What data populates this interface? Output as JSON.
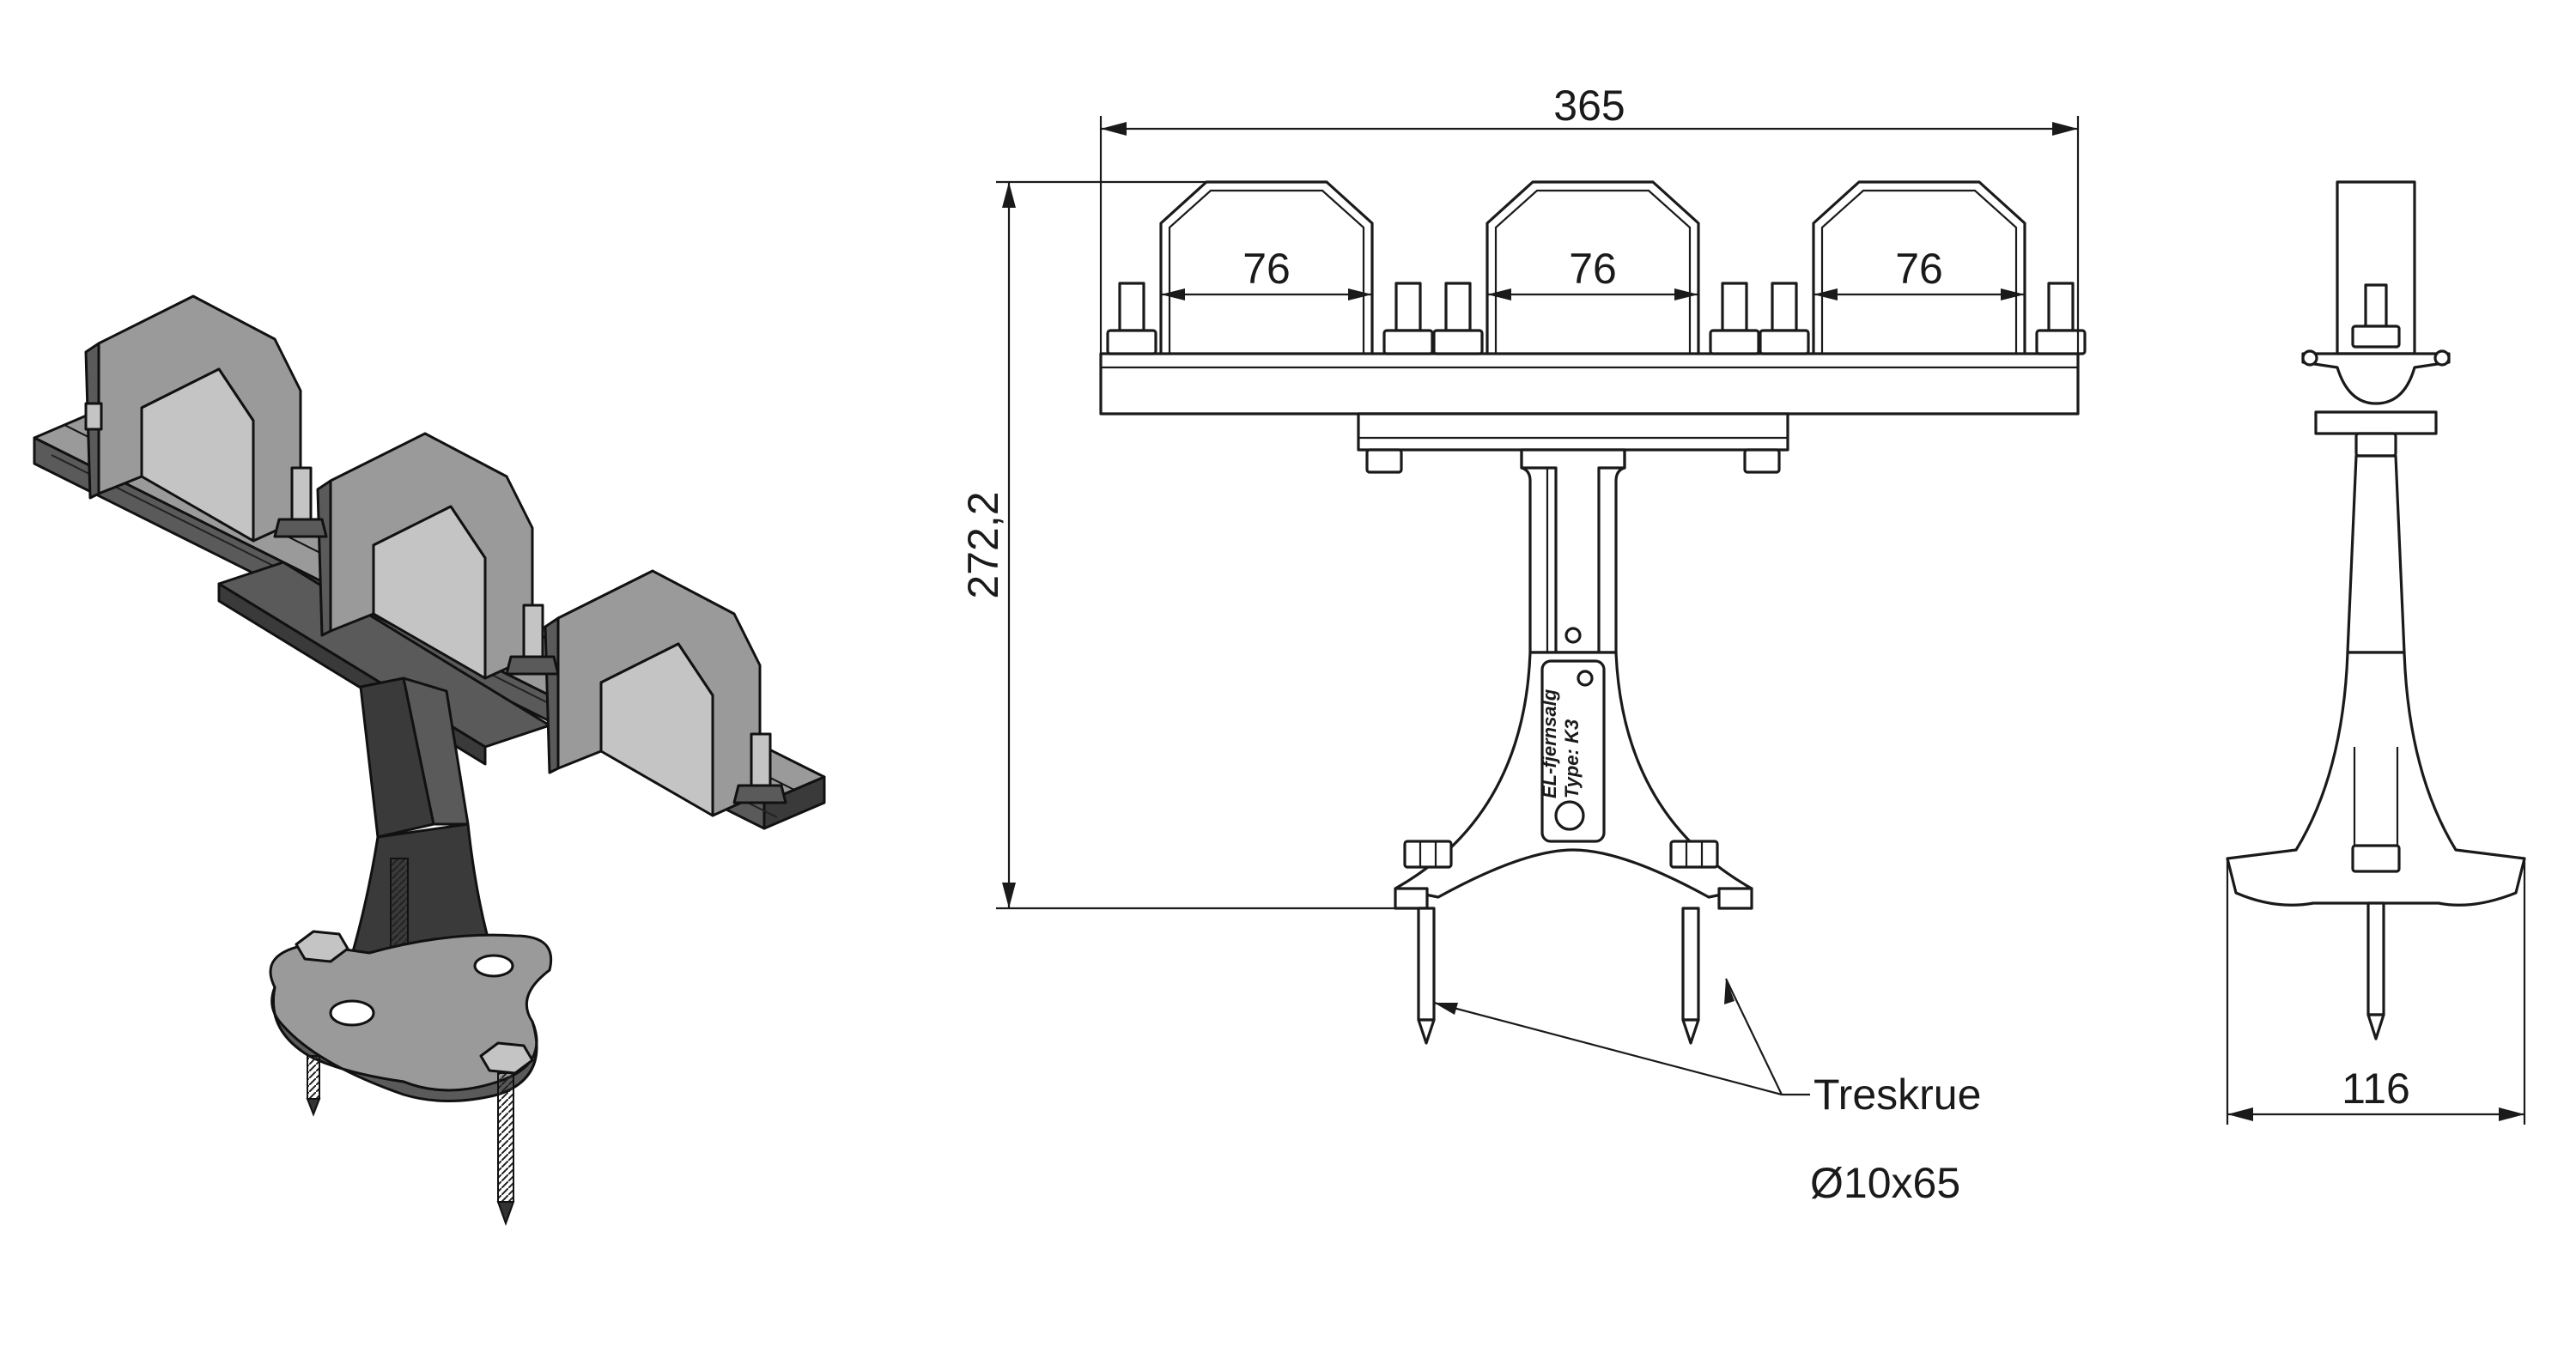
{
  "dimensions": {
    "overall_width": "365",
    "overall_height": "272,2",
    "channel_width_1": "76",
    "channel_width_2": "76",
    "channel_width_3": "76",
    "side_base_width": "116"
  },
  "labels": {
    "screw_name": "Treskrue",
    "screw_size": "Ø10x65"
  },
  "embossing": {
    "brand": "EL-fjernsalg",
    "type": "Type: K3"
  }
}
